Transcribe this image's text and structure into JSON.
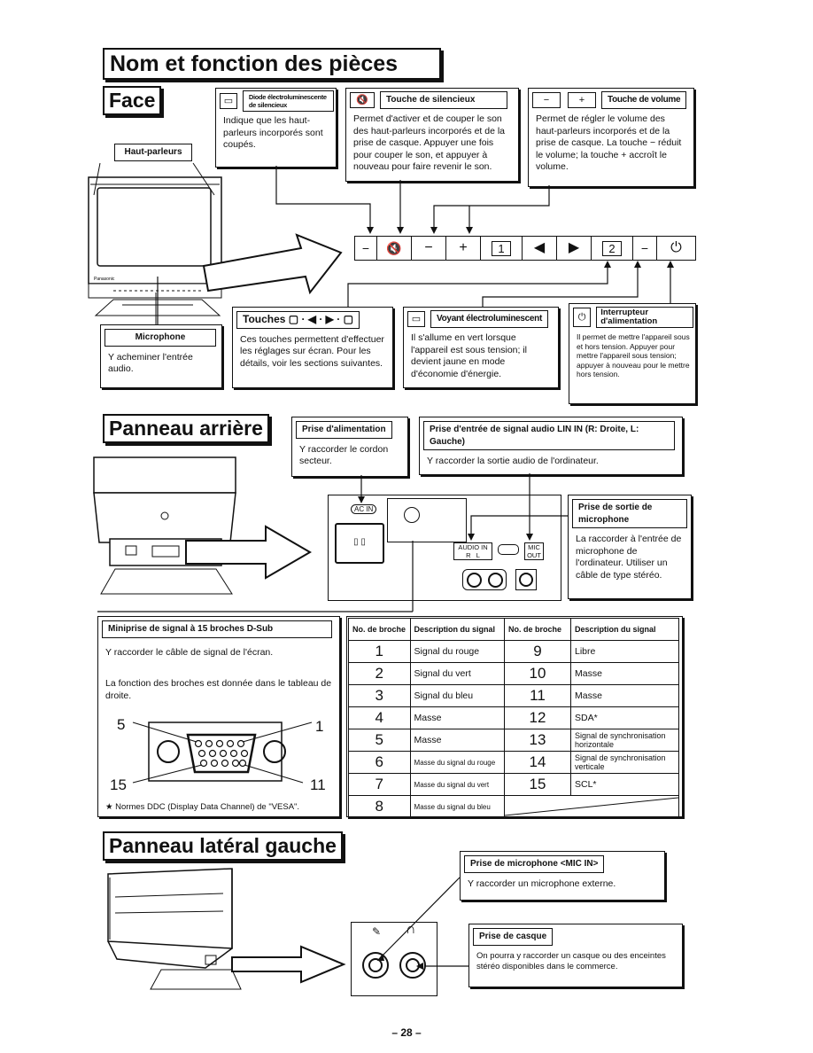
{
  "page_title": "Nom et fonction des pièces",
  "face": {
    "heading": "Face",
    "speakers_label": "Haut-parleurs",
    "monitor_brand": "Panasonic",
    "led": {
      "title": "Diode électroluminescente de silencieux",
      "text": "Indique que les haut-parleurs incorporés sont coupés."
    },
    "mute": {
      "title": "Touche de silencieux",
      "text": "Permet d'activer et de couper le son des haut-parleurs incorporés et de la prise de casque. Appuyer une fois pour couper le son, et appuyer à nouveau pour faire revenir le son."
    },
    "volume": {
      "title": "Touche de volume",
      "minus": "−",
      "plus": "+",
      "text": "Permet de régler le volume des haut-parleurs incorporés et de la prise de casque. La touche − réduit le volume; la touche + accroît le volume."
    },
    "microphone": {
      "title": "Microphone",
      "text": "Y acheminer l'entrée audio."
    },
    "touches": {
      "title": "Touches",
      "text": "Ces touches permettent d'effectuer les réglages sur écran. Pour les détails, voir les sections suivantes."
    },
    "indicator": {
      "title": "Voyant électroluminescent",
      "text": "Il s'allume en vert lorsque l'appareil est sous tension; il devient jaune en mode d'économie d'énergie."
    },
    "power": {
      "title": "Interrupteur d'alimentation",
      "text": "Il permet de mettre l'appareil sous et hors tension. Appuyer pour mettre l'appareil sous tension; appuyer à nouveau pour le mettre hors tension."
    },
    "button_bar": [
      "−",
      "🔇",
      "−",
      "+",
      "1",
      "◀",
      "▶",
      "2",
      "−",
      "⏻"
    ]
  },
  "rear": {
    "heading": "Panneau arrière",
    "ac_in": {
      "title": "Prise d'alimentation",
      "text": "Y raccorder le cordon secteur.",
      "label": "AC IN"
    },
    "audio_in": {
      "title": "Prise d'entrée de signal audio LIN IN (R: Droite, L: Gauche)",
      "text": "Y raccorder la sortie audio de l'ordinateur.",
      "label": "AUDIO IN",
      "r": "R",
      "l": "L"
    },
    "mic_out": {
      "title": "Prise de sortie de microphone",
      "text": "La raccorder à l'entrée de microphone de l'ordinateur. Utiliser un câble de type stéréo.",
      "label1": "MIC",
      "label2": "OUT"
    },
    "dsub": {
      "title": "Miniprise de signal à 15 broches D-Sub",
      "text1": "Y raccorder le câble de signal de l'écran.",
      "text2": "La fonction des broches est donnée dans le tableau de droite.",
      "note": "★ Normes DDC (Display Data Channel) de \"VESA\".",
      "pin_5": "5",
      "pin_1": "1",
      "pin_15": "15",
      "pin_11": "11"
    },
    "table": {
      "headers": [
        "No. de broche",
        "Description du signal",
        "No. de broche",
        "Description du signal"
      ],
      "rows": [
        [
          "1",
          "Signal du rouge",
          "9",
          "Libre"
        ],
        [
          "2",
          "Signal du vert",
          "10",
          "Masse"
        ],
        [
          "3",
          "Signal du bleu",
          "11",
          "Masse"
        ],
        [
          "4",
          "Masse",
          "12",
          "SDA*"
        ],
        [
          "5",
          "Masse",
          "13",
          "Signal de synchronisation horizontale"
        ],
        [
          "6",
          "Masse du signal du rouge",
          "14",
          "Signal de synchronisation verticale"
        ],
        [
          "7",
          "Masse du signal du vert",
          "15",
          "SCL*"
        ],
        [
          "8",
          "Masse du signal du bleu",
          "",
          ""
        ]
      ]
    }
  },
  "side": {
    "heading": "Panneau latéral gauche",
    "mic_in": {
      "title": "Prise de microphone <MIC IN>",
      "text": "Y raccorder un microphone externe."
    },
    "headphone": {
      "title": "Prise de casque",
      "text": "On pourra y raccorder un casque ou des enceintes stéréo disponibles dans le commerce."
    }
  },
  "page_number": "– 28 –"
}
